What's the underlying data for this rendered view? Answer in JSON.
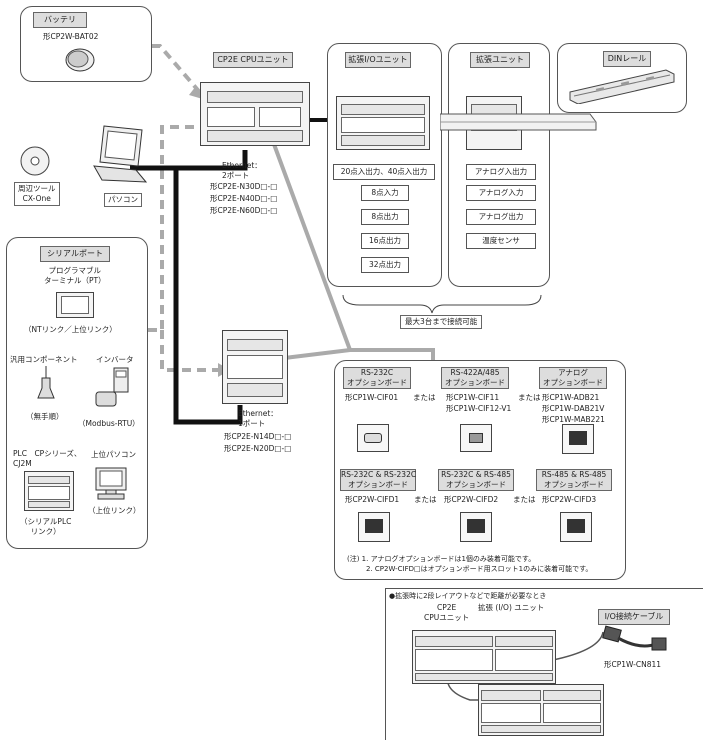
{
  "battery": {
    "title": "バッテリ",
    "model": "形CP2W-BAT02"
  },
  "cpu_unit": {
    "title": "CP2E CPUユニット",
    "ethernet2": "Ethernet：\n2ポート",
    "models": [
      "形CP2E-N30D□-□",
      "形CP2E-N40D□-□",
      "形CP2E-N60D□-□"
    ]
  },
  "expansion_io": {
    "title": "拡張I/Oユニット",
    "items": [
      "20点入出力、40点入出力",
      "8点入力",
      "8点出力",
      "16点出力",
      "32点出力"
    ]
  },
  "expansion_unit": {
    "title": "拡張ユニット",
    "items": [
      "アナログ入出力",
      "アナログ入力",
      "アナログ出力",
      "温度センサ"
    ]
  },
  "din_rail": {
    "title": "DINレール"
  },
  "max_units": "最大3台まで接続可能",
  "pc": {
    "tool_label": "周辺ツール\nCX-One",
    "pc_label": "パソコン"
  },
  "serial": {
    "title": "シリアルポート",
    "pt": "プログラマブル\nターミナル（PT）",
    "nt_link": "（NTリンク／上位リンク）",
    "component": "汎用コンポーネント",
    "inverter": "インバータ",
    "no_protocol": "（無手順）",
    "modbus": "（Modbus-RTU）",
    "plc": "PLC　CPシリーズ、\nCJ2M",
    "host_pc": "上位パソコン",
    "host_link": "（上位リンク）",
    "plc_link": "（シリアルPLC\nリンク）"
  },
  "cpu_unit2": {
    "ethernet1": "Ethernet：\n1ポート",
    "models": [
      "形CP2E-N14D□-□",
      "形CP2E-N20D□-□"
    ]
  },
  "option_boards": {
    "or": "または",
    "row1": [
      {
        "title": "RS-232C\nオプションボード",
        "models": [
          "形CP1W-CIF01"
        ]
      },
      {
        "title": "RS-422A/485\nオプションボード",
        "models": [
          "形CP1W-CIF11",
          "形CP1W-CIF12-V1"
        ]
      },
      {
        "title": "アナログ\nオプションボード",
        "models": [
          "形CP1W-ADB21",
          "形CP1W-DAB21V",
          "形CP1W-MAB221"
        ]
      }
    ],
    "row2": [
      {
        "title": "RS-232C & RS-232C\nオプションボード",
        "models": [
          "形CP2W-CIFD1"
        ]
      },
      {
        "title": "RS-232C & RS-485\nオプションボード",
        "models": [
          "形CP2W-CIFD2"
        ]
      },
      {
        "title": "RS-485 & RS-485\nオプションボード",
        "models": [
          "形CP2W-CIFD3"
        ]
      }
    ],
    "notes": [
      "(注) 1. アナログオプションボードは1個のみ装着可能です。",
      "2. CP2W-CIFD□はオプションボード用スロット1のみに装着可能です。"
    ]
  },
  "two_tier": {
    "heading": "●拡張時に2段レイアウトなどで距離が必要なとき",
    "cpu_label": "CP2E\nCPUユニット",
    "exp_label": "拡張 (I/O) ユニット",
    "cable_title": "I/O接続ケーブル",
    "cable_model": "形CP1W-CN811"
  }
}
